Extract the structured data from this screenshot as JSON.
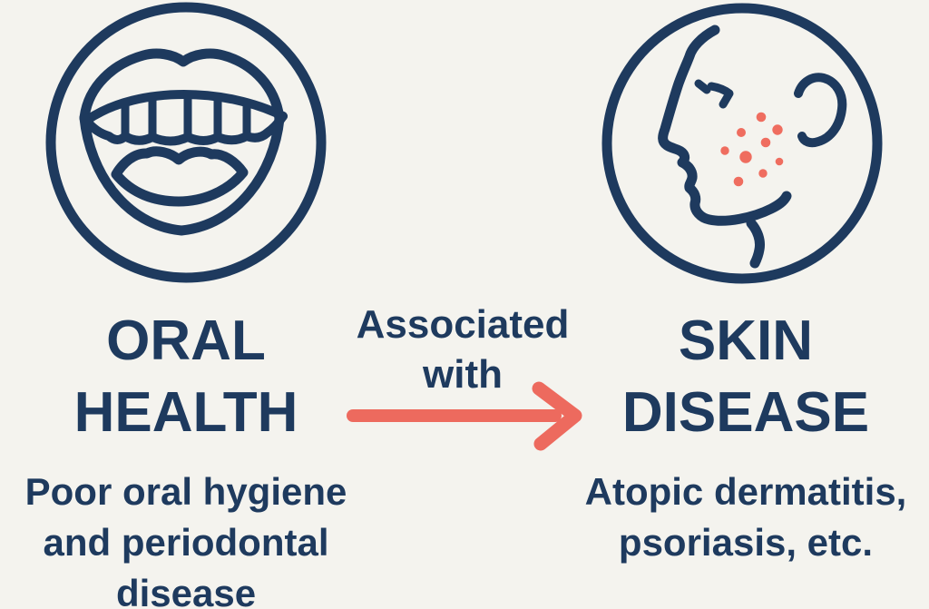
{
  "background_color": "#f4f3ee",
  "colors": {
    "navy": "#1e3a5e",
    "salmon_arrow": "#ed6a5e",
    "acne_dot_red": "#ef6d5f"
  },
  "left": {
    "icon": "mouth-icon",
    "title_line1": "ORAL",
    "title_line2": "HEALTH",
    "subtitle_line1": "Poor oral hygiene",
    "subtitle_line2": "and periodontal",
    "subtitle_line3": "disease"
  },
  "connector": {
    "label_line1": "Associated",
    "label_line2": "with",
    "arrow": "right-arrow-icon"
  },
  "right": {
    "icon": "face-with-acne-icon",
    "title_line1": "SKIN",
    "title_line2": "DISEASE",
    "subtitle_line1": "Atopic dermatitis,",
    "subtitle_line2": "psoriasis, etc."
  }
}
